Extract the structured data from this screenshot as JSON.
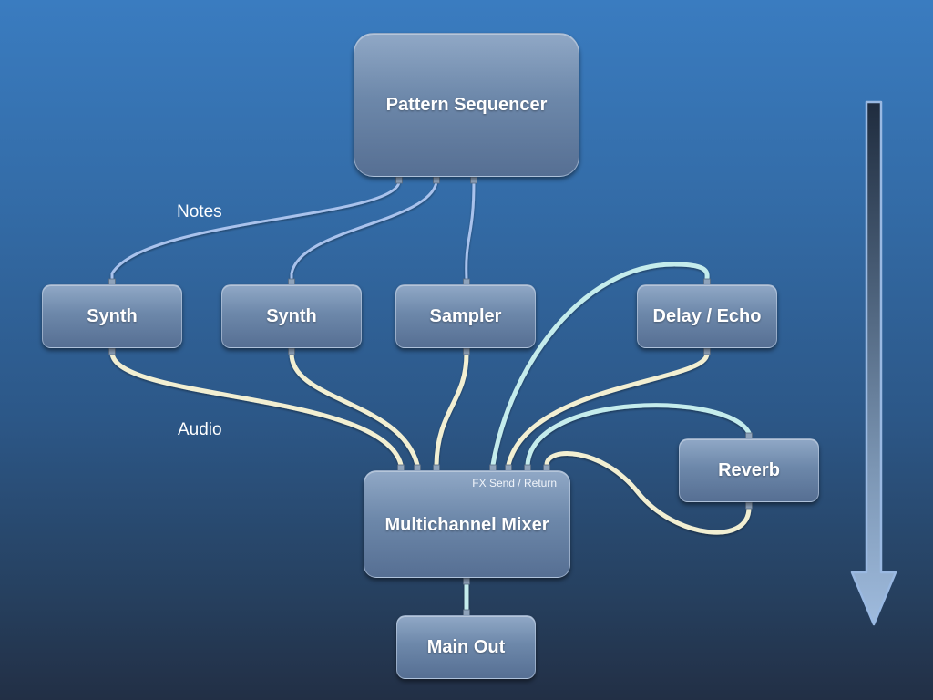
{
  "diagram": {
    "nodes": {
      "sequencer": "Pattern Sequencer",
      "synth1": "Synth",
      "synth2": "Synth",
      "sampler": "Sampler",
      "delay": "Delay / Echo",
      "reverb": "Reverb",
      "mixer": "Multichannel Mixer",
      "mixer_sublabel": "FX Send / Return",
      "main_out": "Main Out"
    },
    "labels": {
      "notes": "Notes",
      "audio": "Audio"
    },
    "colors": {
      "notes_cable": "#a9c2ec",
      "audio_cable": "#f2efd2",
      "fx_send_cable": "#c4ecec",
      "port": "#8fa3bb"
    },
    "connections": [
      {
        "from": "Pattern Sequencer",
        "to": "Synth",
        "type": "notes"
      },
      {
        "from": "Pattern Sequencer",
        "to": "Synth",
        "type": "notes"
      },
      {
        "from": "Pattern Sequencer",
        "to": "Sampler",
        "type": "notes"
      },
      {
        "from": "Synth",
        "to": "Multichannel Mixer",
        "type": "audio"
      },
      {
        "from": "Synth",
        "to": "Multichannel Mixer",
        "type": "audio"
      },
      {
        "from": "Sampler",
        "to": "Multichannel Mixer",
        "type": "audio"
      },
      {
        "from": "Multichannel Mixer",
        "to": "Delay / Echo",
        "type": "fx-send"
      },
      {
        "from": "Delay / Echo",
        "to": "Multichannel Mixer",
        "type": "audio"
      },
      {
        "from": "Multichannel Mixer",
        "to": "Reverb",
        "type": "fx-send"
      },
      {
        "from": "Reverb",
        "to": "Multichannel Mixer",
        "type": "audio"
      },
      {
        "from": "Multichannel Mixer",
        "to": "Main Out",
        "type": "fx-send"
      }
    ],
    "flow_direction": "top-to-bottom"
  }
}
